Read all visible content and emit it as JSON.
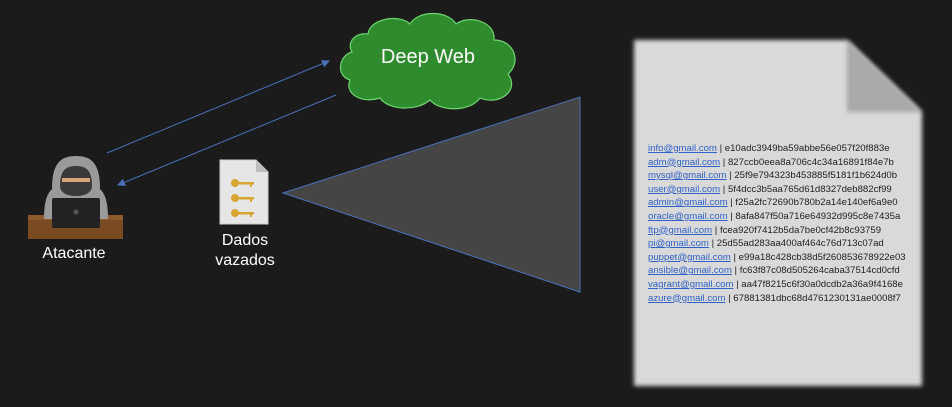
{
  "attacker": {
    "label": "Atacante",
    "icon": "hooded-hacker-icon"
  },
  "data_file": {
    "label": "Dados vazados",
    "icon": "key-document-icon"
  },
  "cloud": {
    "label": "Deep Web",
    "color": "#2e8b2e"
  },
  "leaked_credentials": [
    {
      "email": "info@gmail.com",
      "hash": "e10adc3949ba59abbe56e057f20f883e"
    },
    {
      "email": "adm@gmail.com",
      "hash": "827ccb0eea8a706c4c34a16891f84e7b"
    },
    {
      "email": "mysql@gmail.com",
      "hash": "25f9e794323b453885f5181f1b624d0b"
    },
    {
      "email": "user@gmail.com",
      "hash": "5f4dcc3b5aa765d61d8327deb882cf99"
    },
    {
      "email": "admin@gmail.com",
      "hash": "f25a2fc72690b780b2a14e140ef6a9e0"
    },
    {
      "email": "oracle@gmail.com",
      "hash": "8afa847f50a716e64932d995c8e7435a"
    },
    {
      "email": "ftp@gmail.com",
      "hash": "fcea920f7412b5da7be0cf42b8c93759"
    },
    {
      "email": "pi@gmail.com",
      "hash": "25d55ad283aa400af464c76d713c07ad"
    },
    {
      "email": "puppet@gmail.com",
      "hash": "e99a18c428cb38d5f260853678922e03"
    },
    {
      "email": "ansible@gmail.com",
      "hash": "fc63f87c08d505264caba37514cd0cfd"
    },
    {
      "email": "vagrant@gmail.com",
      "hash": "aa47f8215c6f30a0dcdb2a36a9f4168e"
    },
    {
      "email": "azure@gmail.com",
      "hash": "67881381dbc68d4761230131ae0008f7"
    }
  ],
  "colors": {
    "background": "#1b1b1b",
    "arrow": "#4a6fb5",
    "cone": "#454545",
    "page": "#d9d9d9",
    "link": "#2f62c9"
  }
}
